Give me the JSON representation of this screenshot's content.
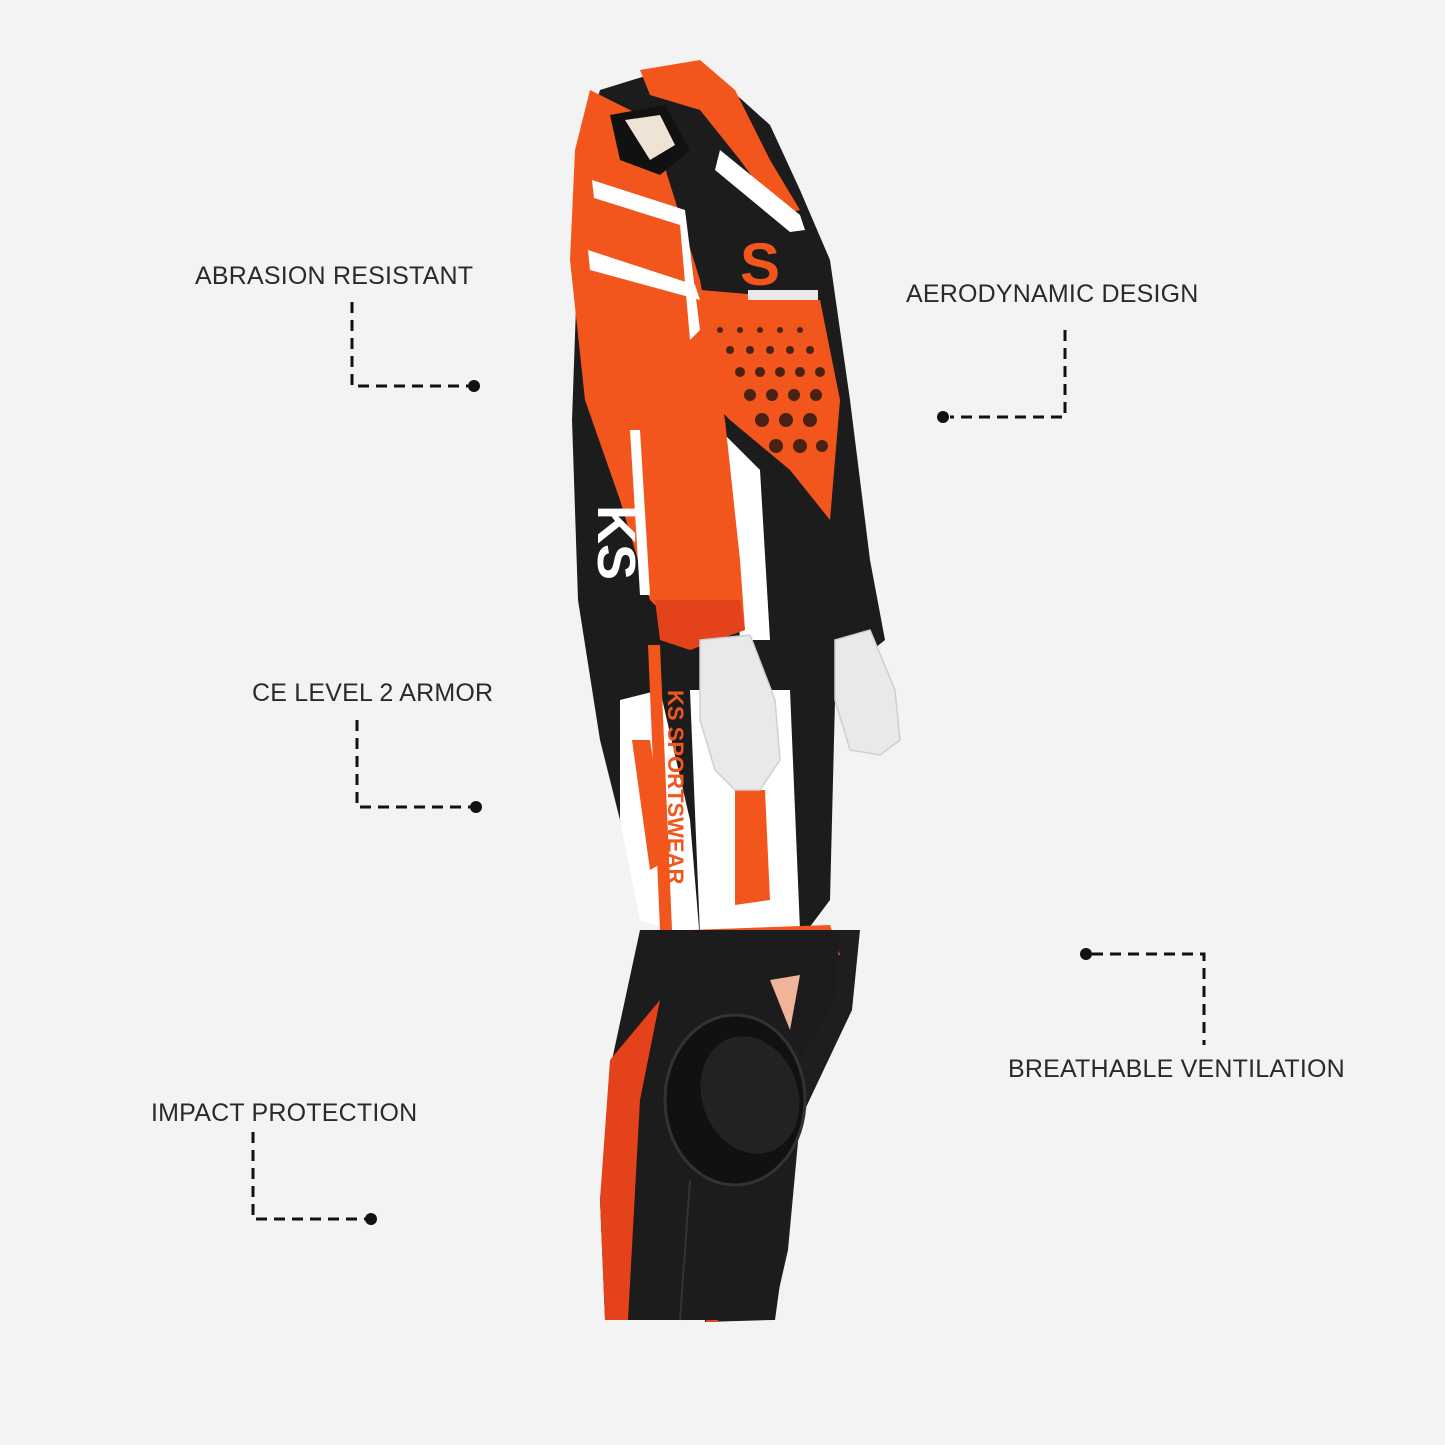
{
  "page": {
    "background": "#f3f3f3",
    "subject": "KS Sportswear one-piece motorcycle racing suit on mannequin (side view)"
  },
  "product": {
    "brand_sleeve_logo": "KS",
    "chest_logo": "S",
    "leg_text": "KS SPORTSWEAR",
    "colors": {
      "primary": "#f2561d",
      "secondary": "#1c1c1c",
      "accent": "#ffffff"
    }
  },
  "features": [
    {
      "id": "abrasion",
      "label": "ABRASION RESISTANT",
      "side": "left"
    },
    {
      "id": "aero",
      "label": "AERODYNAMIC DESIGN",
      "side": "right"
    },
    {
      "id": "armor",
      "label": "CE LEVEL 2 ARMOR",
      "side": "left"
    },
    {
      "id": "ventilation",
      "label": "BREATHABLE VENTILATION",
      "side": "right"
    },
    {
      "id": "impact",
      "label": "IMPACT PROTECTION",
      "side": "left"
    }
  ],
  "style": {
    "label_color": "#2a2a2a",
    "callout_color": "#111111"
  }
}
